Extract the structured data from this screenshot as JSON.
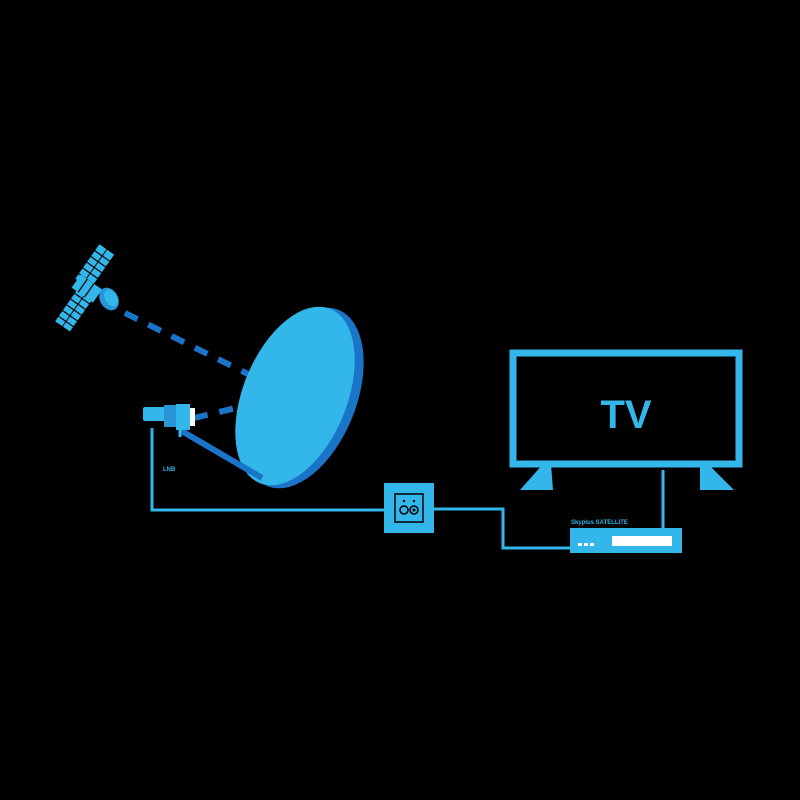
{
  "colors": {
    "background": "#000000",
    "accent": "#33b6ea",
    "accent_dark": "#1a74c7",
    "accent_mid": "#2a94d8",
    "white": "#ffffff"
  },
  "tv": {
    "label": "TV"
  },
  "lnb": {
    "label": "LNB"
  },
  "receiver": {
    "label": "Skyplus SATELLITE"
  },
  "icons": [
    "satellite-icon",
    "dish-icon",
    "lnb-icon",
    "wall-socket-icon",
    "tv-icon",
    "receiver-icon"
  ]
}
